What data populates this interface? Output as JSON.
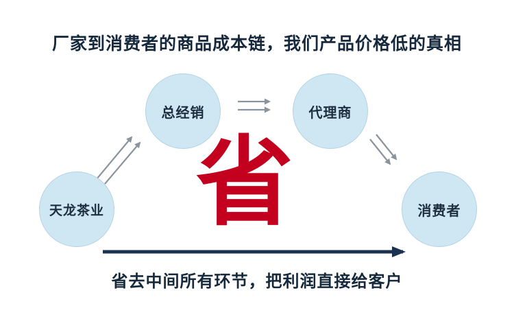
{
  "title": "厂家到消费者的商品成本链，我们产品价格低的真相",
  "nodes": [
    {
      "id": "company",
      "label": "天龙茶业"
    },
    {
      "id": "distributor",
      "label": "总经销"
    },
    {
      "id": "agent",
      "label": "代理商"
    },
    {
      "id": "consumer",
      "label": "消费者"
    }
  ],
  "highlight": {
    "char": "省",
    "color": "#c3001e"
  },
  "footer": {
    "text": "省去中间所有环节，把利润直接给客户"
  },
  "flow": [
    {
      "from": "company",
      "to": "distributor",
      "style": "double-gray-arrow"
    },
    {
      "from": "distributor",
      "to": "agent",
      "style": "double-gray-arrow"
    },
    {
      "from": "agent",
      "to": "consumer",
      "style": "double-gray-arrow"
    },
    {
      "from": "company",
      "to": "consumer",
      "style": "thick-navy-arrow"
    }
  ],
  "colors": {
    "circle_fill": "#cfe7f3",
    "circle_border": "#b3d3e3",
    "text_dark": "#16293c",
    "small_arrow": "#8a949c",
    "main_arrow": "#1b3150",
    "highlight_red": "#c3001e",
    "background": "#ffffff"
  }
}
